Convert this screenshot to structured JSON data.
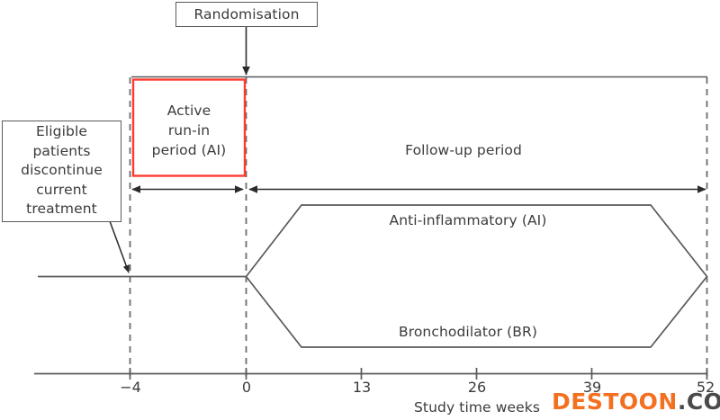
{
  "figure": {
    "type": "study-design-schematic",
    "title_text": "",
    "colors": {
      "line": "#5a5a5a",
      "dashed": "#6b6b6b",
      "highlight": "#ff3b30",
      "text": "#3b3b3b",
      "watermark_brand": "#f37021",
      "watermark_tld": "#4a4a4a",
      "background": "#ffffff"
    }
  },
  "boxes": {
    "randomisation": "Randomisation",
    "eligible": "Eligible\npatients\ndiscontinue\ncurrent\ntreatment",
    "run_in": "Active\nrun-in\nperiod (AI)"
  },
  "periods": {
    "follow_up": "Follow-up period"
  },
  "arms": {
    "anti_inflammatory": "Anti-inflammatory (AI)",
    "bronchodilator": "Bronchodilator (BR)"
  },
  "axis": {
    "title": "Study time weeks",
    "ticks": [
      "−4",
      "0",
      "13",
      "26",
      "39",
      "52"
    ],
    "tick_values": [
      -4,
      0,
      13,
      26,
      39,
      52
    ],
    "range": [
      -4,
      52
    ],
    "unit": "weeks"
  },
  "watermark": {
    "brand": "DESTOON",
    "tld": ".COM"
  }
}
